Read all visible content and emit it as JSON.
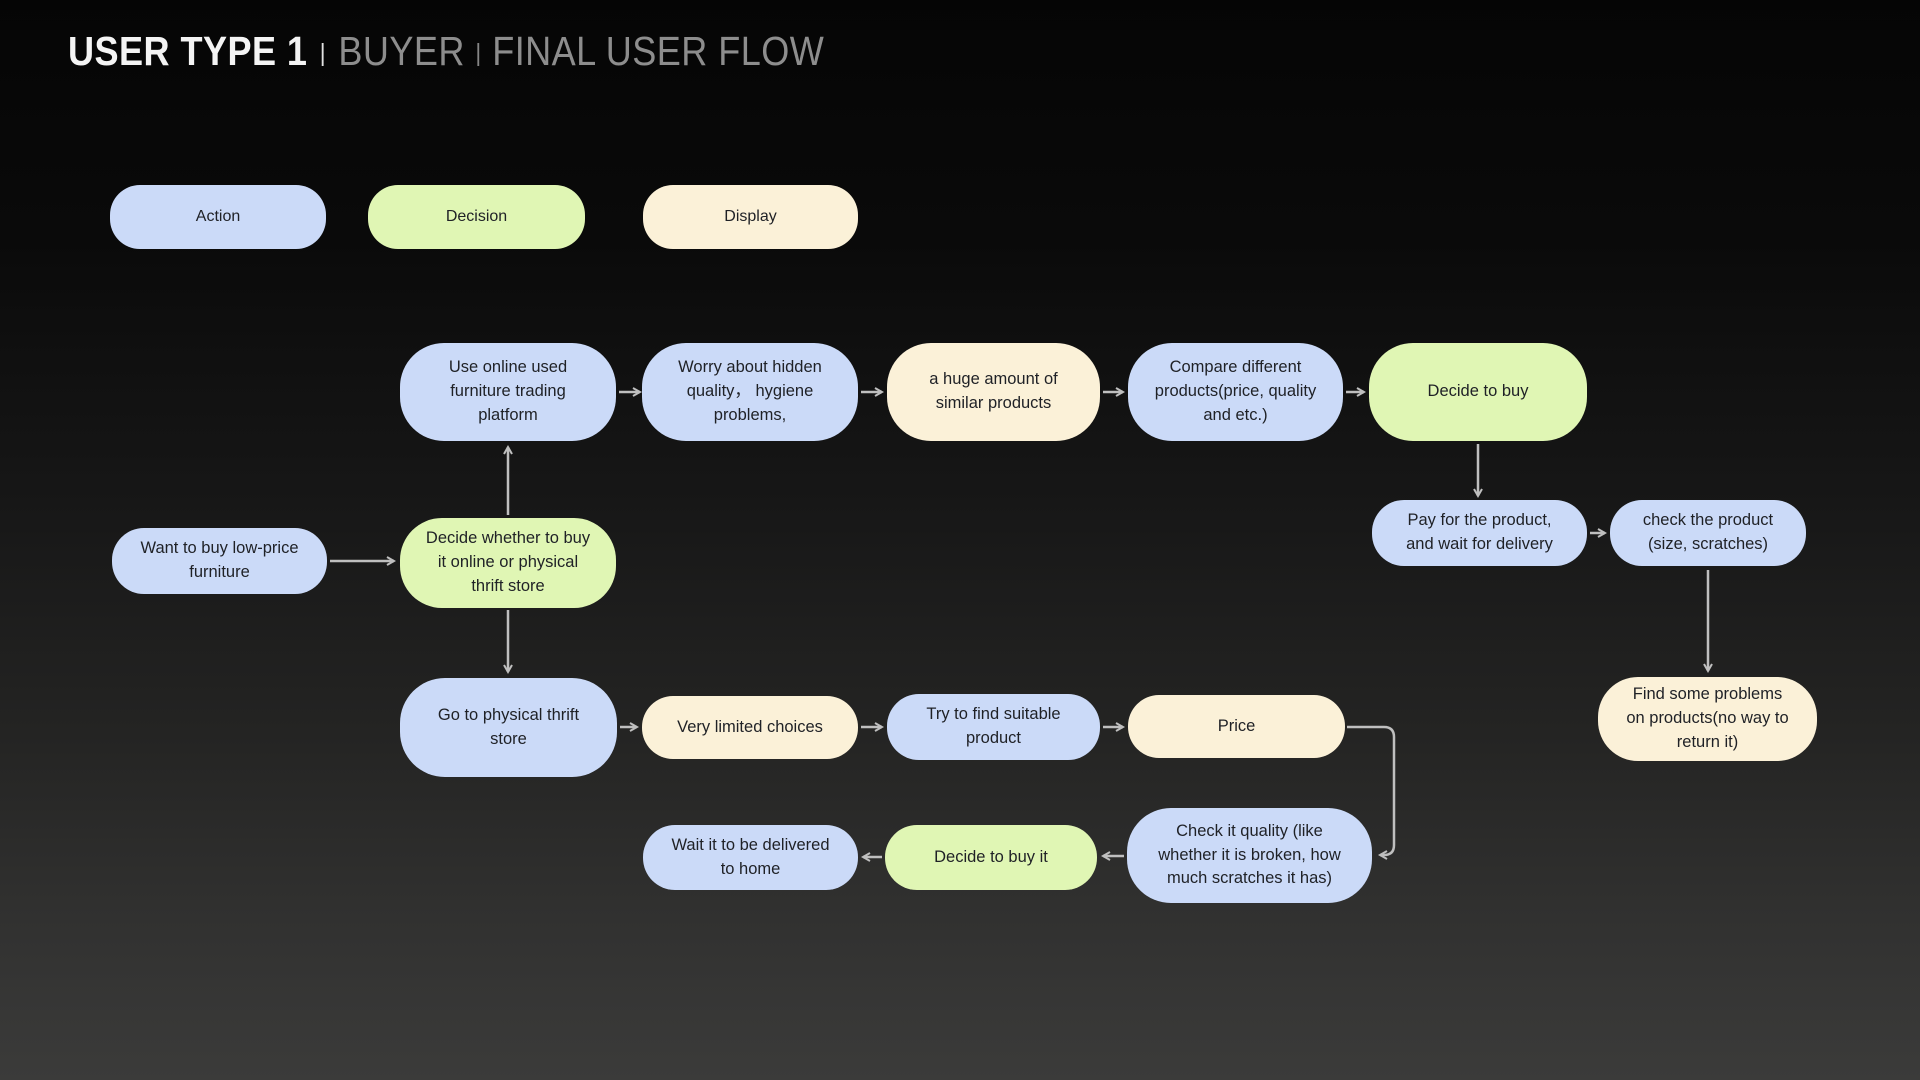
{
  "title": {
    "primary": "USER TYPE 1",
    "sep1": "|",
    "secondary": "BUYER",
    "sep2": "|",
    "tertiary": "FINAL USER FLOW"
  },
  "colors": {
    "action": "#cbdaf8",
    "decision": "#e0f6b4",
    "display": "#fbf1d8",
    "arrow": "#bfbfbf",
    "node_text": "#1f2126",
    "title_primary": "#f4f4f4",
    "title_secondary": "#8d8d8d"
  },
  "legend": [
    {
      "label": "Action",
      "type": "action"
    },
    {
      "label": "Decision",
      "type": "decision"
    },
    {
      "label": "Display",
      "type": "display"
    }
  ],
  "nodes": [
    {
      "id": "use-online-platform",
      "type": "action",
      "label": "Use online used\nfurniture trading\nplatform"
    },
    {
      "id": "worry-hidden-quality",
      "type": "action",
      "label": "Worry about hidden\nquality， hygiene\nproblems,"
    },
    {
      "id": "huge-amount-products",
      "type": "display",
      "label": "a huge amount of\nsimilar products"
    },
    {
      "id": "compare-products",
      "type": "action",
      "label": "Compare different\nproducts(price, quality\nand etc.)"
    },
    {
      "id": "decide-to-buy",
      "type": "decision",
      "label": "Decide to buy"
    },
    {
      "id": "want-low-price",
      "type": "action",
      "label": "Want to buy low-price\nfurniture"
    },
    {
      "id": "decide-online-or-physical",
      "type": "decision",
      "label": "Decide whether to buy\nit online or physical\nthrift store"
    },
    {
      "id": "pay-wait-delivery",
      "type": "action",
      "label": "Pay for the product,\nand wait for delivery"
    },
    {
      "id": "check-the-product",
      "type": "action",
      "label": "check the product\n(size, scratches)"
    },
    {
      "id": "go-physical-store",
      "type": "action",
      "label": "Go to physical thrift\nstore"
    },
    {
      "id": "very-limited-choices",
      "type": "display",
      "label": "Very limited choices"
    },
    {
      "id": "try-find-suitable",
      "type": "action",
      "label": "Try to find suitable\nproduct"
    },
    {
      "id": "price",
      "type": "display",
      "label": "Price"
    },
    {
      "id": "find-some-problems",
      "type": "display",
      "label": "Find some problems\non products(no way to\nreturn it)"
    },
    {
      "id": "wait-delivered-home",
      "type": "action",
      "label": "Wait it to be delivered\nto home"
    },
    {
      "id": "decide-to-buy-it",
      "type": "decision",
      "label": "Decide to  buy it"
    },
    {
      "id": "check-it-quality",
      "type": "action",
      "label": "Check it quality (like\nwhether it is broken, how\nmuch scratches it has)"
    }
  ]
}
